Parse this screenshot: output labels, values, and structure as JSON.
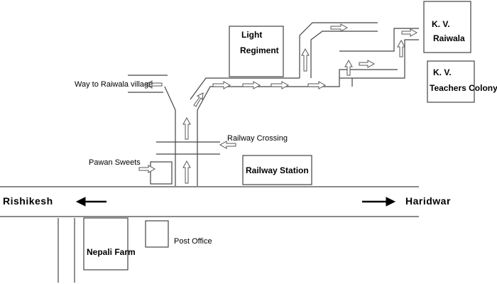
{
  "labels": {
    "light_regiment_1": "Light",
    "light_regiment_2": "Regiment",
    "kv_raiwala_1": "K. V.",
    "kv_raiwala_2": "Raiwala",
    "kv_teachers_1": "K. V.",
    "kv_teachers_2": "Teachers Colony",
    "way_to_village": "Way to Raiwala village",
    "railway_crossing": "Railway Crossing",
    "pawan_sweets": "Pawan Sweets",
    "railway_station": "Railway Station",
    "rishikesh": "Rishikesh",
    "haridwar": "Haridwar",
    "post_office": "Post Office",
    "nepali_farm": "Nepali Farm"
  },
  "colors": {
    "line": "#444444",
    "text": "#000000"
  }
}
